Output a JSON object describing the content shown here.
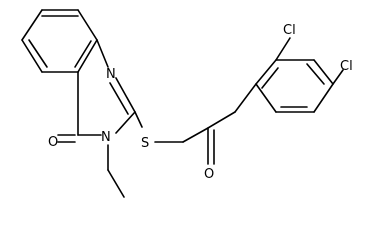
{
  "molecule": {
    "atoms": {
      "n1": "N",
      "n3": "N",
      "o_ring": "O",
      "s": "S",
      "o_ketone": "O",
      "cl_upper": "Cl",
      "cl_right": "Cl"
    }
  }
}
